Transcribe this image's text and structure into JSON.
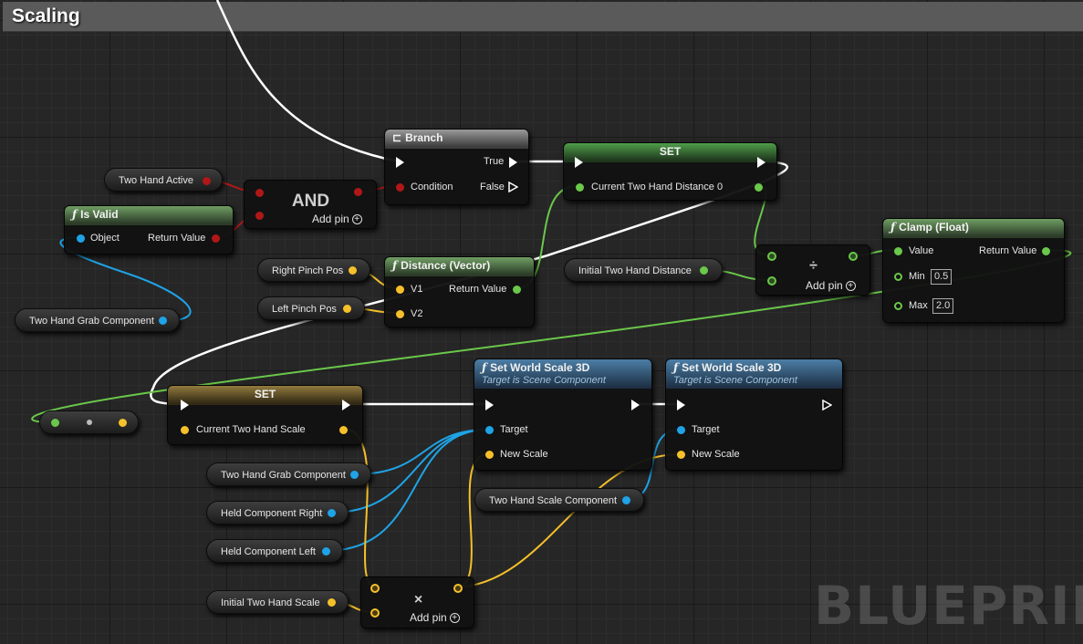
{
  "comment": {
    "title": "Scaling"
  },
  "watermark": "BLUEPRINT",
  "colors": {
    "exec": "#ffffff",
    "object": "#1fa3e6",
    "vector": "#f5c02a",
    "float": "#6ac84a",
    "bool": "#b01818"
  },
  "nodes": {
    "two_hand_active": {
      "label": "Two Hand Active"
    },
    "and_node": {
      "title": "AND",
      "add_pin": "Add pin"
    },
    "is_valid": {
      "title": "Is Valid",
      "object": "Object",
      "return_value": "Return Value"
    },
    "two_hand_grab_component_1": {
      "label": "Two Hand Grab Component"
    },
    "branch": {
      "title": "Branch",
      "true_label": "True",
      "condition": "Condition",
      "false_label": "False"
    },
    "set_distance": {
      "title": "SET",
      "variable": "Current Two Hand Distance 0"
    },
    "right_pinch_pos": {
      "label": "Right Pinch Pos"
    },
    "left_pinch_pos": {
      "label": "Left Pinch Pos"
    },
    "distance_vector": {
      "title": "Distance (Vector)",
      "v1": "V1",
      "v2": "V2",
      "return_value": "Return Value"
    },
    "initial_two_hand_distance": {
      "label": "Initial Two Hand Distance"
    },
    "divide": {
      "symbol": "÷",
      "add_pin": "Add pin"
    },
    "clamp": {
      "title": "Clamp (Float)",
      "value": "Value",
      "min_label": "Min",
      "min_value": "0.5",
      "max_label": "Max",
      "max_value": "2.0",
      "return_value": "Return Value"
    },
    "set_scale": {
      "title": "SET",
      "variable": "Current Two Hand Scale"
    },
    "swsd_1": {
      "title": "Set World Scale 3D",
      "subtitle": "Target is Scene Component",
      "target": "Target",
      "new_scale": "New Scale"
    },
    "swsd_2": {
      "title": "Set World Scale 3D",
      "subtitle": "Target is Scene Component",
      "target": "Target",
      "new_scale": "New Scale"
    },
    "two_hand_grab_component_2": {
      "label": "Two Hand Grab Component"
    },
    "held_component_right": {
      "label": "Held Component Right"
    },
    "held_component_left": {
      "label": "Held Component Left"
    },
    "two_hand_scale_component": {
      "label": "Two Hand Scale Component"
    },
    "initial_two_hand_scale": {
      "label": "Initial Two Hand Scale"
    },
    "multiply": {
      "symbol": "×",
      "add_pin": "Add pin"
    }
  }
}
